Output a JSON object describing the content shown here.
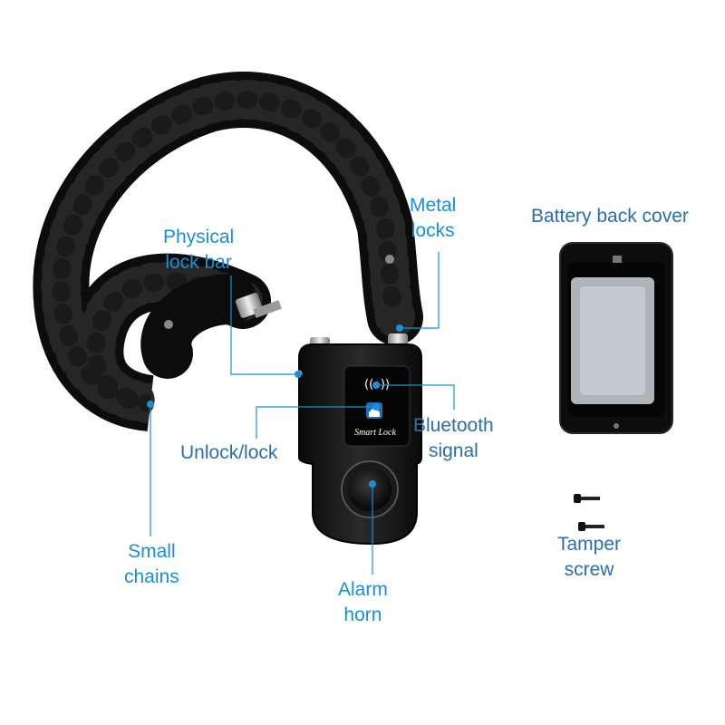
{
  "colors": {
    "label_primary": "#1a8fd6",
    "label_secondary": "#2a6fa8",
    "callout_line": "#1a8fd6",
    "chain_sleeve": "#111111",
    "lock_body": "#141414",
    "battery_window": "#aeb4ba"
  },
  "product": {
    "face_text": "Smart Lock"
  },
  "labels": {
    "physical_lock_bar": [
      "Physical",
      "lock bar"
    ],
    "metal_locks": [
      "Metal",
      "locks"
    ],
    "battery_back_cover": "Battery back cover",
    "bluetooth_signal": [
      "Bluetooth",
      "signal"
    ],
    "unlock_lock": "Unlock/lock",
    "small_chains": [
      "Small",
      "chains"
    ],
    "alarm_horn": [
      "Alarm",
      "horn"
    ],
    "tamper_screw": [
      "Tamper",
      "screw"
    ]
  }
}
